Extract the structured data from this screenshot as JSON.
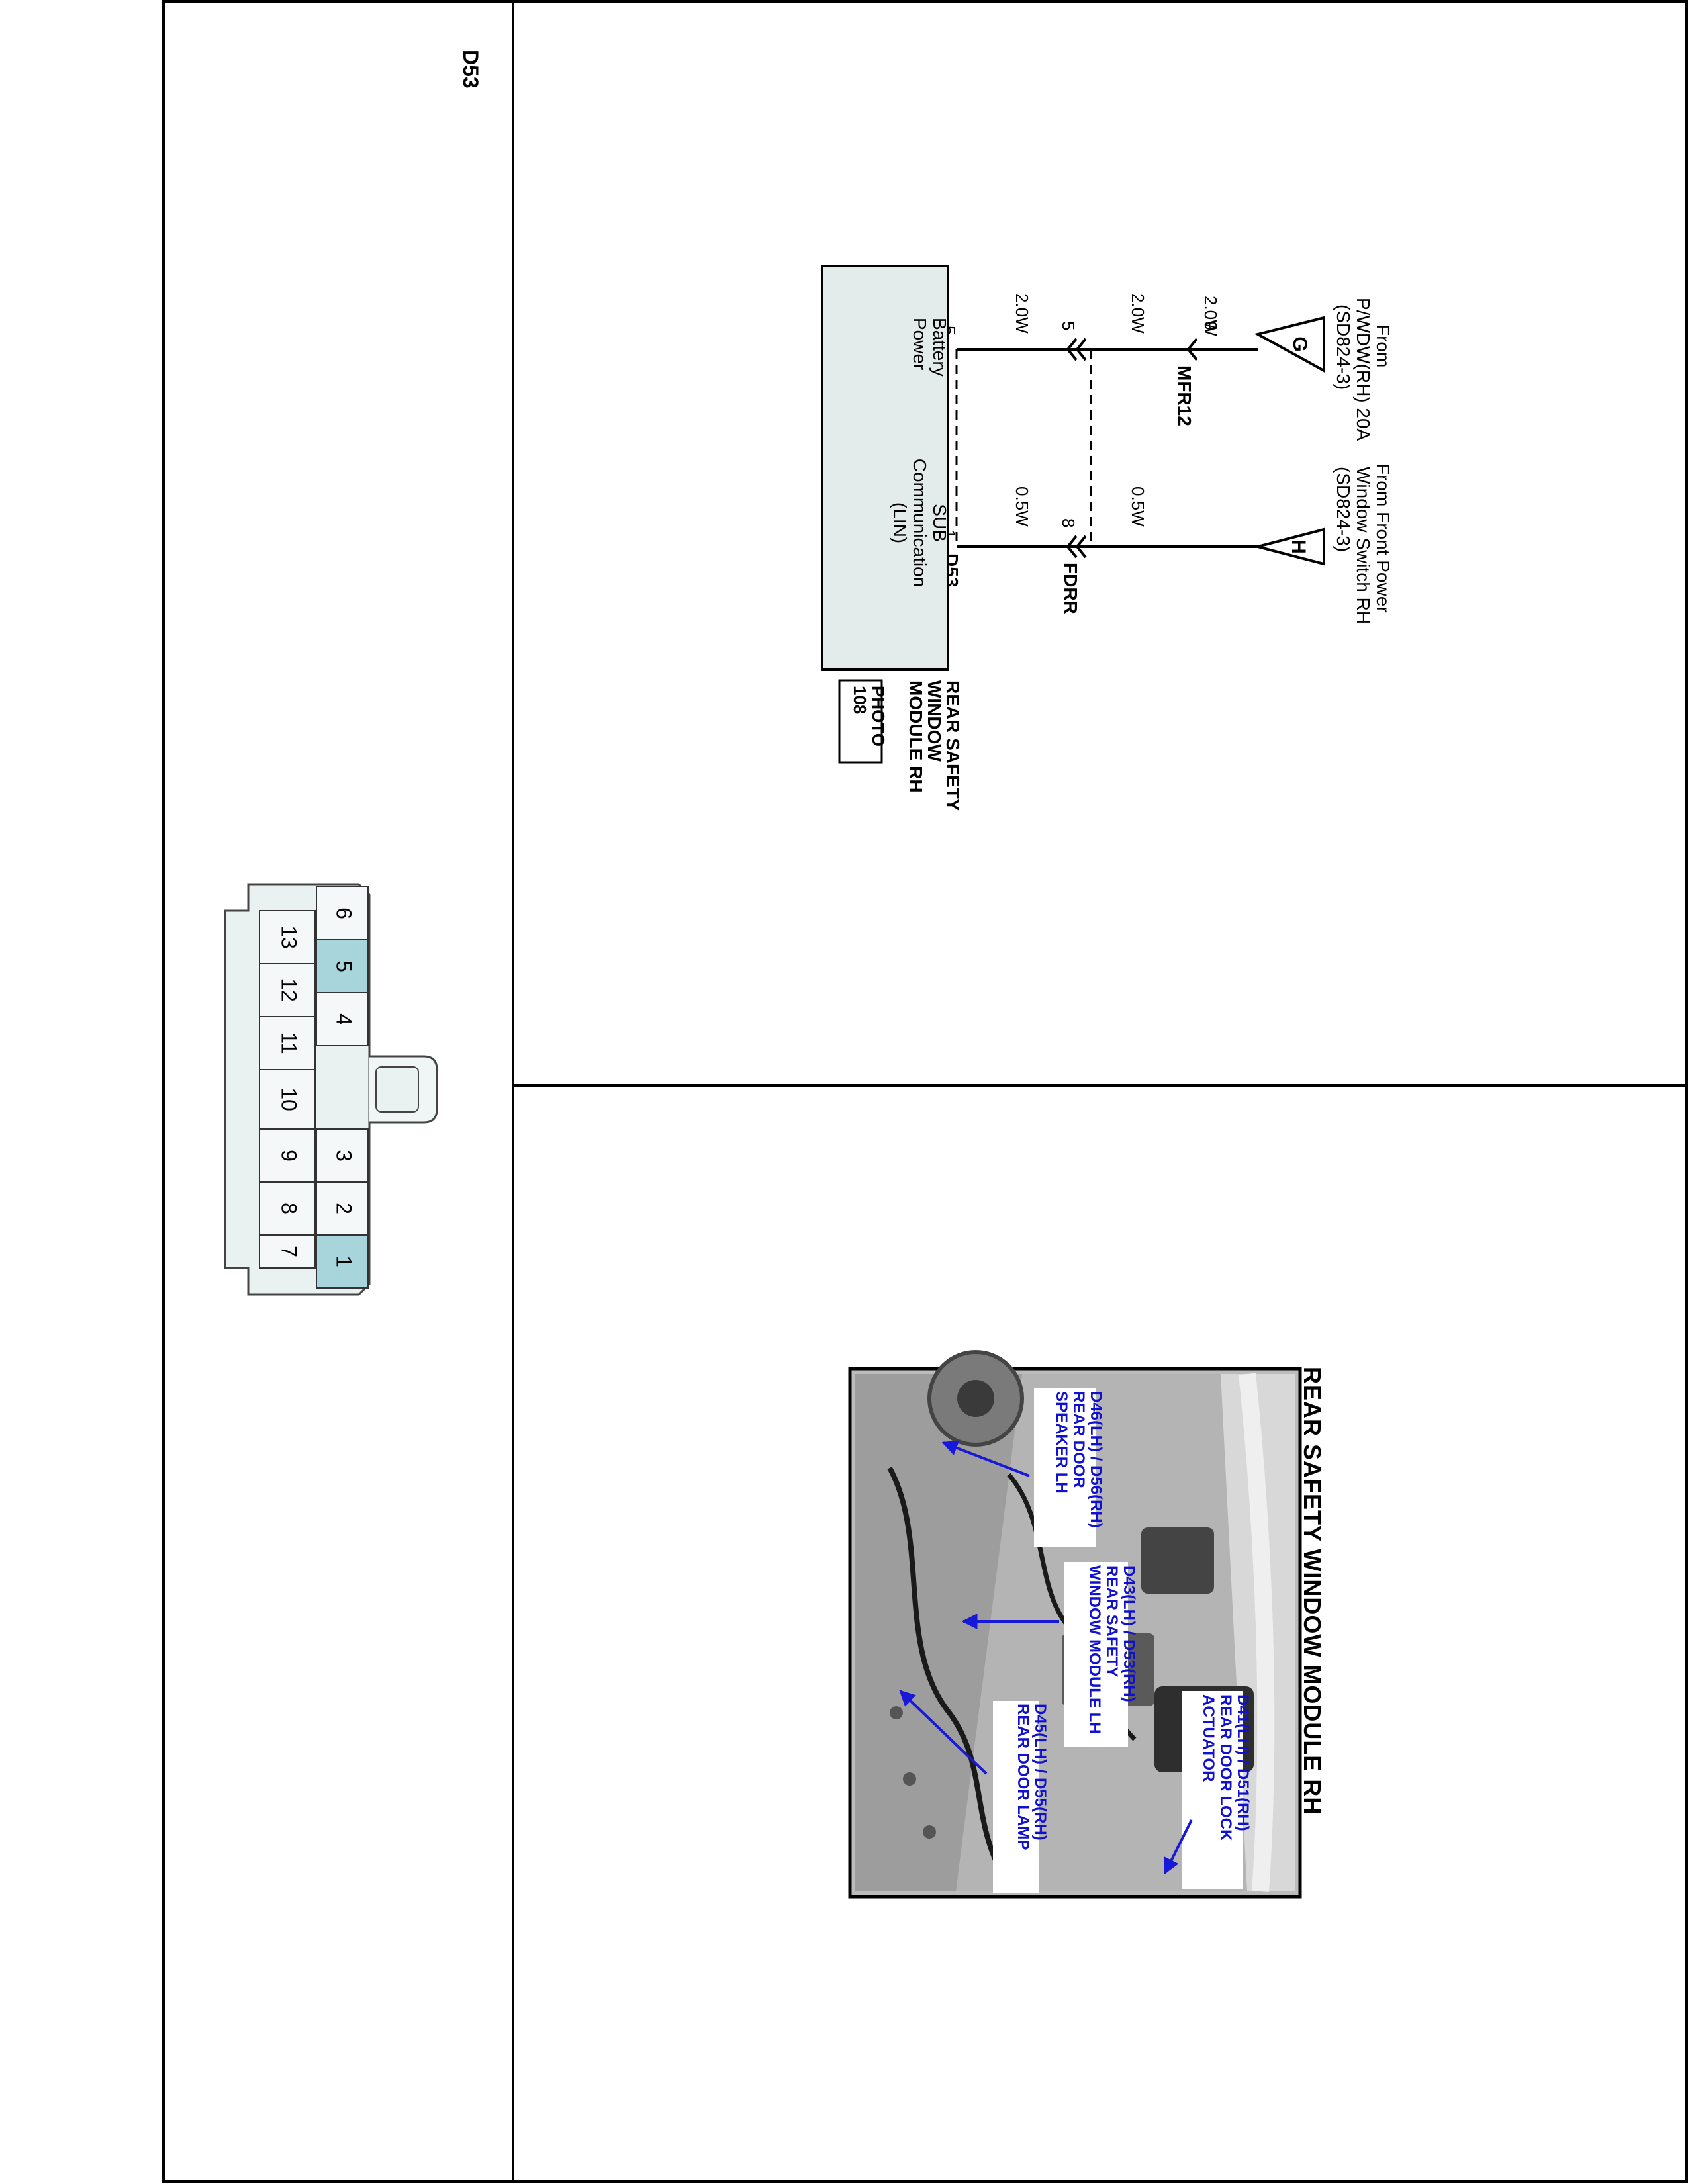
{
  "connector_header": {
    "id": "D53"
  },
  "circuit": {
    "source_g": {
      "badge": "G",
      "lines": [
        "From",
        "P/WDW(RH) 20A",
        "(SD824-3)"
      ]
    },
    "source_h": {
      "badge": "H",
      "lines": [
        "From Front Power",
        "Window Switch RH",
        "(SD824-3)"
      ]
    },
    "wire1": {
      "gauge_upper": "2.0W",
      "pin_mfr": "9",
      "gauge_mid": "2.0W",
      "pin_b": "5",
      "gauge_lower": "2.0W",
      "pin_module": "5"
    },
    "wire2": {
      "gauge_upper": "0.5W",
      "pin_fdrr": "8",
      "gauge_mid": "0.5W",
      "pin_module": "1"
    },
    "connector_mfr12": "MFR12",
    "connector_fdrr": "FDRR",
    "connector_d53": "D53",
    "module": {
      "pin5_label": [
        "Battery",
        "Power"
      ],
      "pin1_label": [
        "SUB",
        "Communication",
        "(LIN)"
      ],
      "name_lines": [
        "REAR SAFETY",
        "WINDOW",
        "MODULE RH"
      ],
      "photo_lines": [
        "PHOTO",
        "108"
      ]
    }
  },
  "connector_face": {
    "top_row": [
      "6",
      "5",
      "4",
      "3",
      "2",
      "1"
    ],
    "bottom_row": [
      "13",
      "12",
      "11",
      "10",
      "9",
      "8",
      "7"
    ],
    "highlighted_pins": [
      "5",
      "1"
    ],
    "highlight_color": "#a8d4dc"
  },
  "photo_panel": {
    "title": "REAR SAFETY WINDOW MODULE RH",
    "callouts": [
      {
        "lines": [
          "D41(LH) / D51(RH)",
          "REAR DOOR LOCK",
          "ACTUATOR"
        ]
      },
      {
        "lines": [
          "D43(LH) / D53(RH)",
          "REAR SAFETY",
          "WINDOW MODULE LH"
        ]
      },
      {
        "lines": [
          "D45(LH) / D55(RH)",
          "REAR DOOR LAMP"
        ]
      },
      {
        "lines": [
          "D46(LH) / D56(RH)",
          "REAR DOOR",
          "SPEAKER LH"
        ]
      }
    ]
  }
}
